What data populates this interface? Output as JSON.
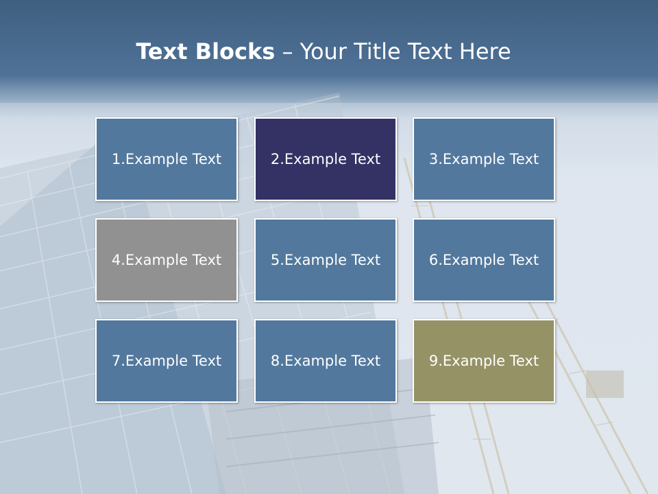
{
  "title": {
    "bold": "Text Blocks",
    "dash": " – ",
    "rest": "Your Title Text Here"
  },
  "tiles": [
    {
      "label": "1.Example Text",
      "color": "#52789d"
    },
    {
      "label": "2.Example Text",
      "color": "#343164"
    },
    {
      "label": "3.Example Text",
      "color": "#52789d"
    },
    {
      "label": "4.Example Text",
      "color": "#919191"
    },
    {
      "label": "5.Example Text",
      "color": "#52789d"
    },
    {
      "label": "6.Example Text",
      "color": "#52789d"
    },
    {
      "label": "7.Example Text",
      "color": "#52789d"
    },
    {
      "label": "8.Example Text",
      "color": "#52789d"
    },
    {
      "label": "9.Example Text",
      "color": "#959366"
    }
  ]
}
